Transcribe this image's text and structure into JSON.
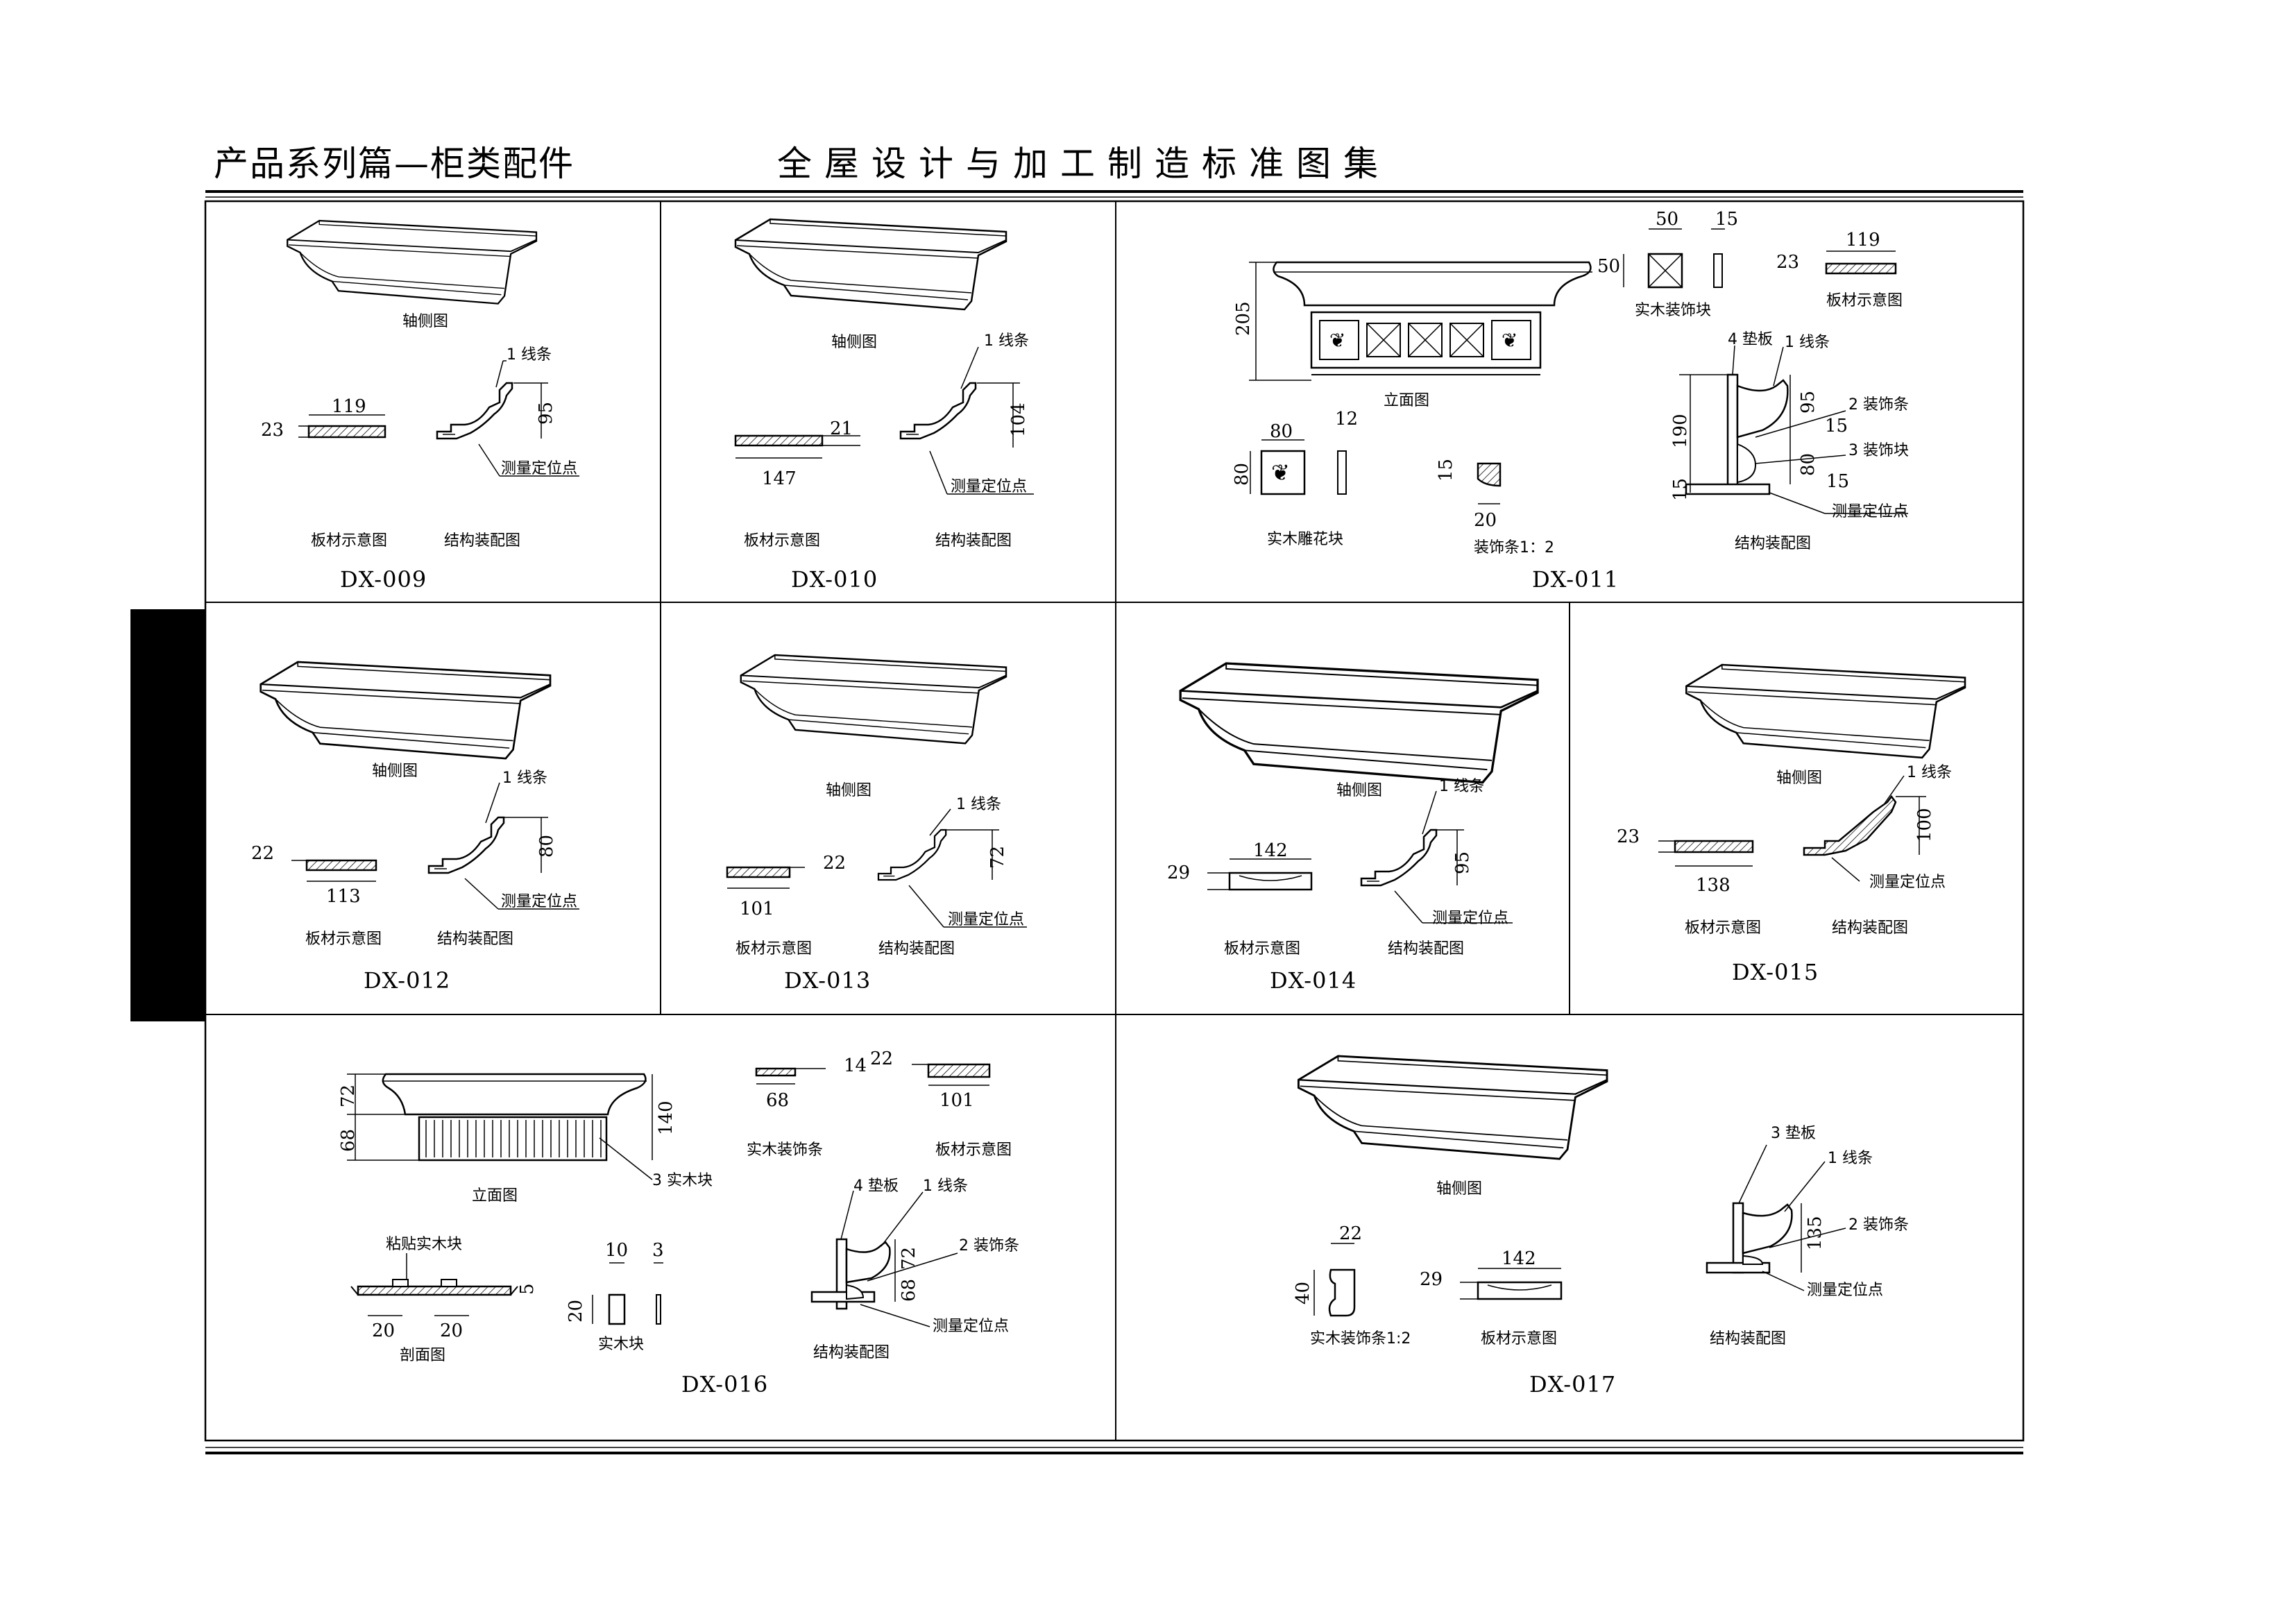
{
  "header": {
    "left_title": "产品系列篇—柜类配件",
    "right_title": "全屋设计与加工制造标准图集"
  },
  "labels": {
    "axonometric": "轴侧图",
    "board_diagram": "板材示意图",
    "assembly_diagram": "结构装配图",
    "line_strip": "1 线条",
    "measure_point": "测量定位点",
    "elevation": "立面图",
    "solid_wood_block": "实木装饰块",
    "carved_block": "实木雕花块",
    "deco_strip_scale": "装饰条1：2",
    "pad_board": "4 垫板",
    "deco_strip_2": "2 装饰条",
    "solid_block_3": "3 实木块",
    "solid_block_3b": "3 装饰块",
    "solid_wood_strip": "实木装饰条",
    "section": "剖面图",
    "glued_block": "粘贴实木块",
    "solid_block": "实木块",
    "pad_board_3": "3 垫板",
    "solid_wood_strip_scale": "实木装饰条1:2"
  },
  "panels": [
    {
      "code": "DX-009",
      "board_w": "119",
      "board_t": "23",
      "height": "95"
    },
    {
      "code": "DX-010",
      "board_w": "147",
      "board_t": "21",
      "height": "104"
    },
    {
      "code": "DX-011",
      "total_h": "205",
      "block_w": "50",
      "block_h": "50",
      "block_t": "15",
      "board_w": "119",
      "board_t": "23",
      "carved_w": "80",
      "carved_h": "80",
      "carved_t": "12",
      "strip_h": "15",
      "strip_w": "20",
      "asm_total": "190",
      "asm_base": "15",
      "asm_top": "95",
      "asm_mid": "15",
      "asm_low": "80",
      "asm_bot": "15"
    },
    {
      "code": "DX-012",
      "board_w": "113",
      "board_t": "22",
      "height": "80"
    },
    {
      "code": "DX-013",
      "board_w": "101",
      "board_t": "22",
      "height": "72"
    },
    {
      "code": "DX-014",
      "board_w": "142",
      "board_t": "29",
      "height": "95"
    },
    {
      "code": "DX-015",
      "board_w": "138",
      "board_t": "23",
      "height": "100"
    },
    {
      "code": "DX-016",
      "elev_top": "72",
      "elev_bot": "68",
      "elev_total": "140",
      "strip_w": "68",
      "strip_t": "14",
      "board_w": "101",
      "board_t": "22",
      "sec_a": "20",
      "sec_b": "20",
      "sec_h": "5",
      "blk_w": "10",
      "blk_t": "3",
      "blk_h": "20",
      "asm_top": "72",
      "asm_bot": "68"
    },
    {
      "code": "DX-017",
      "strip_w": "22",
      "strip_h": "40",
      "board_w": "142",
      "board_t": "29",
      "height": "135"
    }
  ]
}
